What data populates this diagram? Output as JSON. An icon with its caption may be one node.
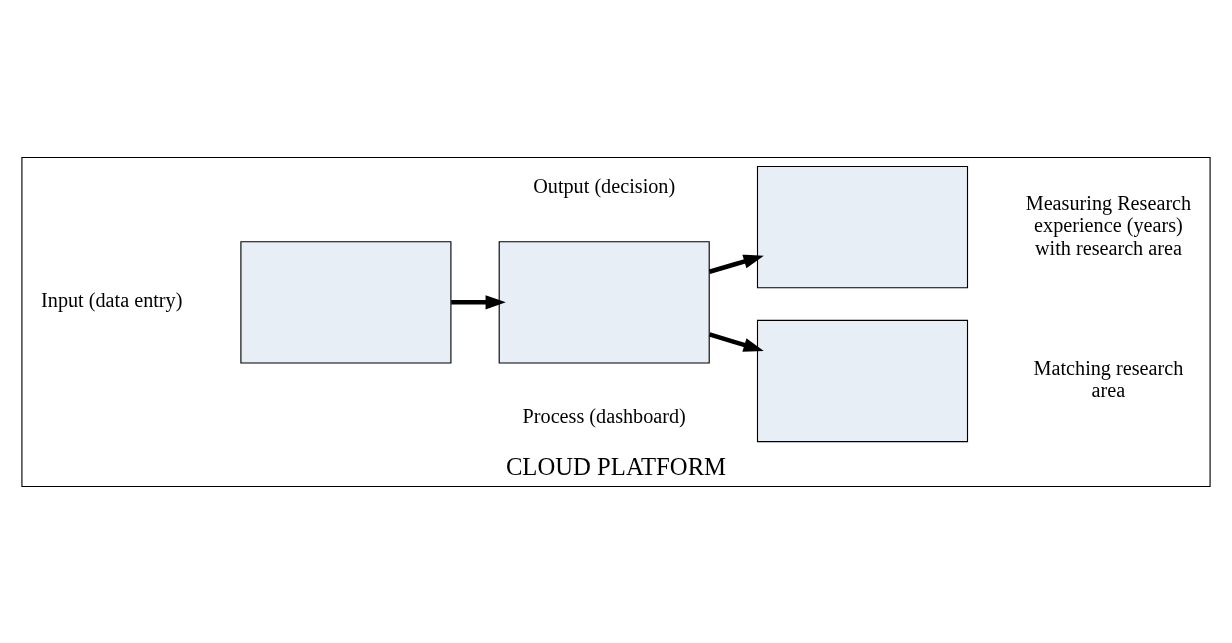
{
  "diagram": {
    "nodes": [
      {
        "text": [
          "CLOUD PLATFORM"
        ]
      },
      {
        "text": [],
        "shape": "box",
        "in": 0,
        "beside": [
          "Input (data entry)"
        ]
      },
      {
        "text": [],
        "shape": "box",
        "in": 0,
        "beside": [
          "Process (dashboard)"
        ]
      },
      {
        "text": [],
        "shape": "box",
        "in": 0,
        "beside": [
          "Matching research area"
        ]
      },
      {
        "text": [],
        "shape": "box",
        "in": 0,
        "beside": [
          "Measuring Research experience (years) with research area"
        ]
      }
    ],
    "edges": [
      {
        "from": 1,
        "to": 2,
        "arrow": "to"
      },
      {
        "from": 2,
        "to": 3,
        "arrow": "to"
      },
      {
        "from": 2,
        "to": 4,
        "arrow": "to"
      }
    ],
    "labels": [
      "Output (decision)"
    ]
  }
}
